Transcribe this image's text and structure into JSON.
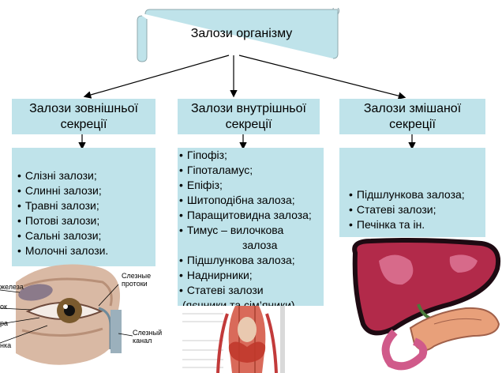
{
  "title": "Залози організму",
  "categories": [
    {
      "label": "Залози зовнішньої\nсекреції",
      "items": [
        "Слізні залози;",
        "Слинні залози;",
        "Травні залози;",
        "Потові залози;",
        "Сальні залози;",
        "Молочні залози."
      ]
    },
    {
      "label": "Залози внутрішньої\nсекреції",
      "items": [
        "Гіпофіз;",
        "Гіпоталамус;",
        "Епіфіз;",
        "Шитоподібна залоза;",
        "Паращитовидна залоза;",
        "Тимус – вилочкова",
        "залоза",
        "Підшлункова залоза;",
        "Наднирники;",
        "Статеві залози",
        "(яєчники та сім’яники)"
      ]
    },
    {
      "label": "Залози змішаної\nсекреції",
      "items": [
        "Підшлункова залоза;",
        "Статеві залози;",
        "Печінка та ін."
      ]
    }
  ],
  "eye_labels": {
    "gland": "железа",
    "ducts": "Слезные\nпротоки",
    "canal": "Слезный\nканал",
    "left1": "ок",
    "left2": "ра",
    "left3": "нка"
  },
  "colors": {
    "box": "#bfe3ea",
    "liver": "#b22a4a",
    "liver_dark": "#1e0a12"
  }
}
